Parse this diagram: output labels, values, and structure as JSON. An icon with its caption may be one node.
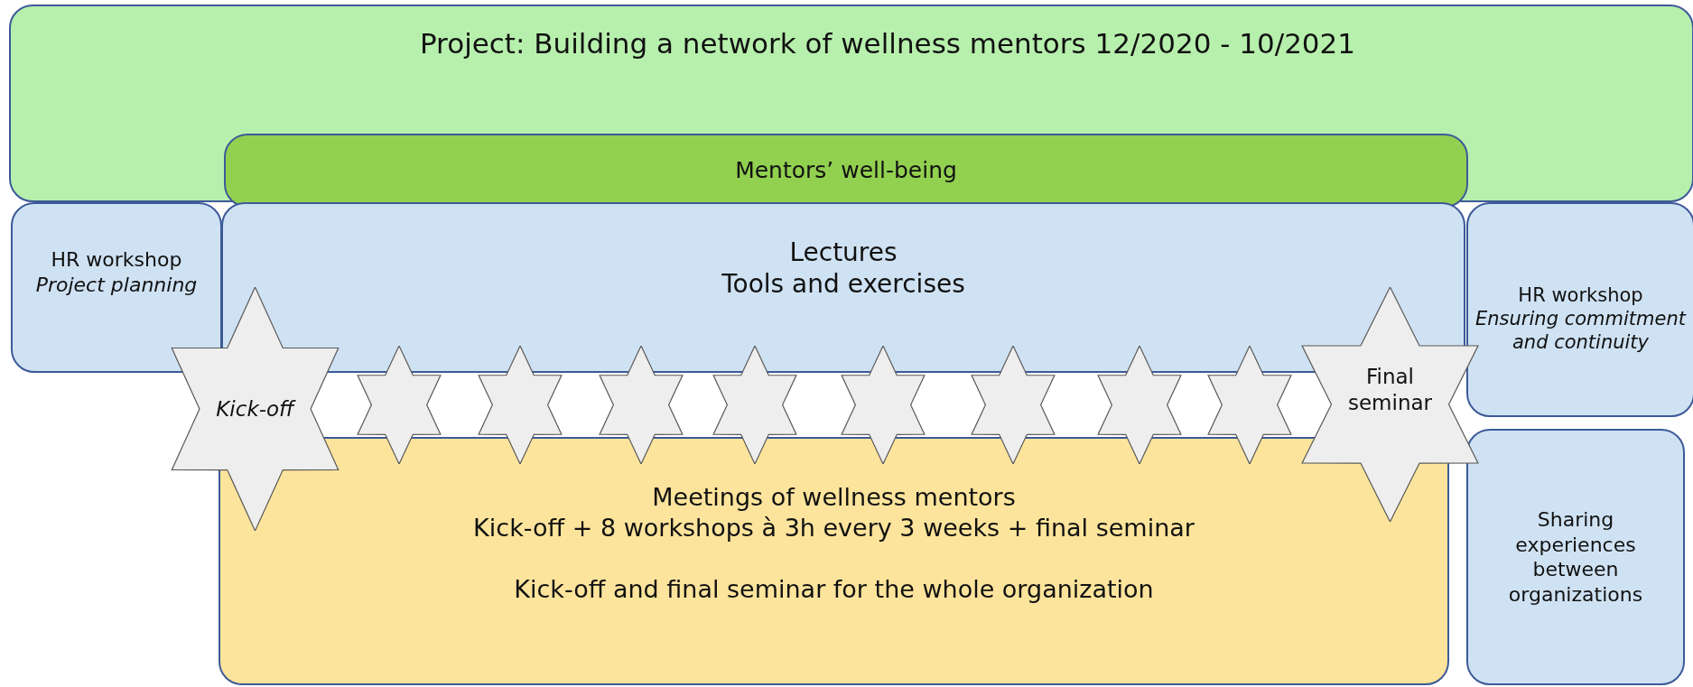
{
  "diagram": {
    "nodes": [
      {
        "text": [
          "Project: Building a network of wellness mentors  12/2020 - 10/2021"
        ]
      },
      {
        "text": [
          "Mentors’ well-being"
        ],
        "in": 0
      },
      {
        "text": [
          "HR workshop",
          "Project planning"
        ]
      },
      {
        "text": [
          "Lectures",
          "Tools and exercises"
        ]
      },
      {
        "text": [
          "HR workshop",
          "Ensuring commitment and continuity"
        ]
      },
      {
        "text": [
          "Kick-off"
        ]
      },
      {
        "text": [],
        "shape": "star"
      },
      {
        "text": [],
        "shape": "star"
      },
      {
        "text": [],
        "shape": "star"
      },
      {
        "text": [],
        "shape": "star"
      },
      {
        "text": [],
        "shape": "star"
      },
      {
        "text": [],
        "shape": "star"
      },
      {
        "text": [],
        "shape": "star"
      },
      {
        "text": [],
        "shape": "star"
      },
      {
        "text": [
          "Final seminar"
        ]
      },
      {
        "text": [
          "Meetings of wellness mentors",
          "Kick-off + 8 workshops à 3h every 3 weeks + final seminar",
          "Kick-off and final seminar for the whole organization"
        ]
      },
      {
        "text": [
          "Sharing experiences between organizations"
        ]
      }
    ]
  }
}
